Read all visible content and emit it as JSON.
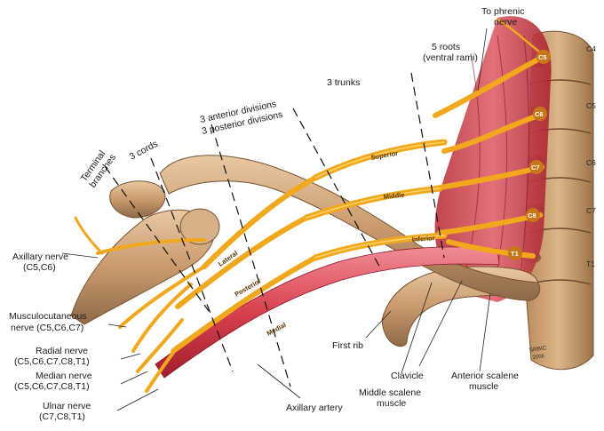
{
  "labels": {
    "terminal_branches": [
      "Terminal",
      "branches"
    ],
    "cords": "3 cords",
    "divisions": [
      "3 anterior divisions",
      "3 posterior divisions"
    ],
    "trunks": "3 trunks",
    "roots": [
      "5 roots",
      "(ventral rami)"
    ],
    "phrenic": [
      "To phrenic",
      "nerve"
    ],
    "axillary_nerve": [
      "Axillary nerve",
      "(C5,C6)"
    ],
    "musculocutaneous": [
      "Musculocutaneous",
      "nerve (C5,C6,C7)"
    ],
    "radial": [
      "Radial nerve",
      "(C5,C6,C7,C8,T1)"
    ],
    "median": [
      "Median nerve",
      "(C5,C6,C7,C8,T1)"
    ],
    "ulnar": [
      "Ulnar nerve",
      "(C7,C8,T1)"
    ],
    "axillary_artery": "Axillary artery",
    "first_rib": "First rib",
    "middle_scalene": [
      "Middle scalene",
      "muscle"
    ],
    "clavicle": "Clavicle",
    "anterior_scalene": [
      "Anterior scalene",
      "muscle"
    ]
  },
  "trunk_names": {
    "superior": "Superior",
    "middle": "Middle",
    "inferior": "Inferior"
  },
  "cord_names": {
    "lateral": "Lateral",
    "posterior": "Posterior",
    "medial": "Medial"
  },
  "roots": [
    "C5",
    "C6",
    "C7",
    "C8",
    "T1"
  ],
  "vertebrae": [
    "C4",
    "C5",
    "C6",
    "C7",
    "T1"
  ],
  "signature": [
    "SRBIC",
    "2006"
  ]
}
